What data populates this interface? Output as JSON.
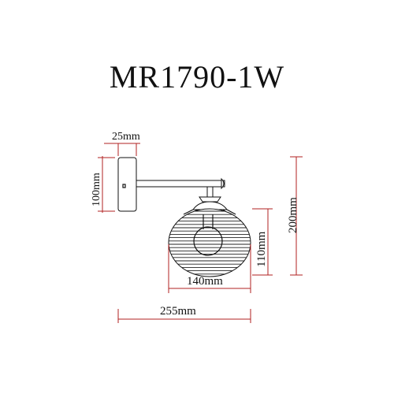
{
  "title": "MR1790-1W",
  "dimensions": {
    "plate_depth": "25mm",
    "plate_height": "100mm",
    "total_height": "200mm",
    "shade_height": "110mm",
    "shade_width": "140mm",
    "total_length": "255mm"
  },
  "colors": {
    "dimension_line": "#b22222",
    "drawing_line": "#111111"
  }
}
